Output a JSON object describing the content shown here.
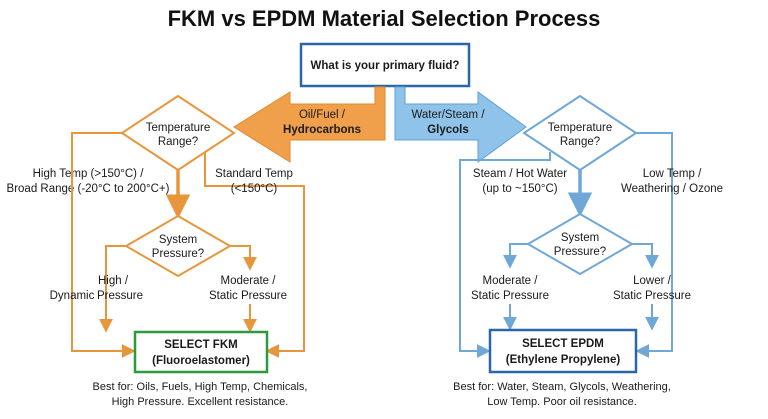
{
  "title": "FKM vs EPDM Material Selection Process",
  "start": {
    "question": "What is your primary fluid?"
  },
  "branches": {
    "left": {
      "arrow_label": [
        "Oil/Fuel /",
        "Hydrocarbons"
      ],
      "temp_diamond": [
        "Temperature",
        "Range?"
      ],
      "high_temp_label": [
        "High Temp (>150°C) /",
        "Broad Range (-20°C to 200°C+)"
      ],
      "std_temp_label": [
        "Standard Temp",
        "(<150°C)"
      ],
      "pressure_diamond": [
        "System",
        "Pressure?"
      ],
      "high_pressure_label": [
        "High /",
        "Pressure"
      ],
      "dynamic_label": "Dynamic",
      "moderate_label": [
        "Moderate /",
        "Static Pressure"
      ],
      "result": [
        "SELECT FKM",
        "(Fluoroelastomer)"
      ],
      "note": [
        "Best for: Oils, Fuels, High Temp, Chemicals,",
        "High Pressure. Excellent resistance."
      ]
    },
    "right": {
      "arrow_label": [
        "Water/Steam /",
        "Glycols"
      ],
      "temp_diamond": [
        "Temperature",
        "Range?"
      ],
      "steam_label": [
        "Steam / Hot Water",
        "(up to ~150°C)"
      ],
      "low_temp_label": [
        "Low Temp /",
        "Weathering / Ozone"
      ],
      "pressure_diamond": [
        "System",
        "Pressure?"
      ],
      "moderate_label": [
        "Moderate /",
        "Static Pressure"
      ],
      "lower_label": [
        "Lower /",
        "Static Pressure"
      ],
      "result": [
        "SELECT EPDM",
        "(Ethylene Propylene)"
      ],
      "note": [
        "Best for: Water, Steam, Glycols, Weathering,",
        "Low Temp. Poor oil resistance."
      ]
    }
  },
  "colors": {
    "fkm": "#f0a04b",
    "fkm_line": "#e8963c",
    "epdm": "#8fc3ea",
    "epdm_line": "#6fa8d6",
    "fkm_box": "#2e9a3e",
    "epdm_box": "#2a66a8",
    "start_box": "#2a66a8"
  }
}
